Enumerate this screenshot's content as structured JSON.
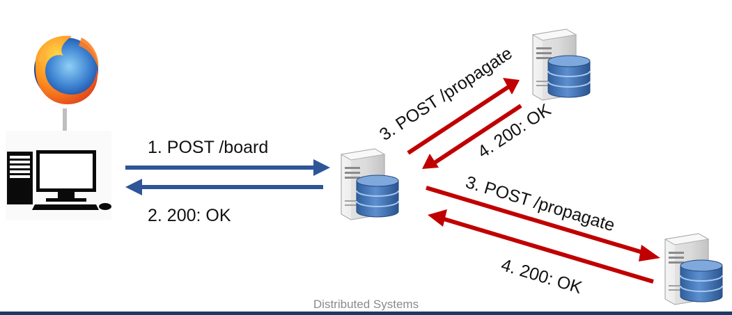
{
  "labels": {
    "client_request": "1. POST /board",
    "client_response": "2. 200: OK",
    "propagate_top": "3. POST /propagate",
    "ok_top": "4. 200: OK",
    "propagate_bottom": "3. POST /propagate",
    "ok_bottom": "4. 200: OK"
  },
  "footer": "Distributed Systems",
  "colors": {
    "client_arrows": "#2e5597",
    "peer_arrows": "#c00000",
    "browser_arrow": "#bfbfbf",
    "footer_rule": "#1f3864"
  },
  "icons": [
    "firefox-logo-icon",
    "desktop-computer-icon",
    "server-database-icon"
  ]
}
